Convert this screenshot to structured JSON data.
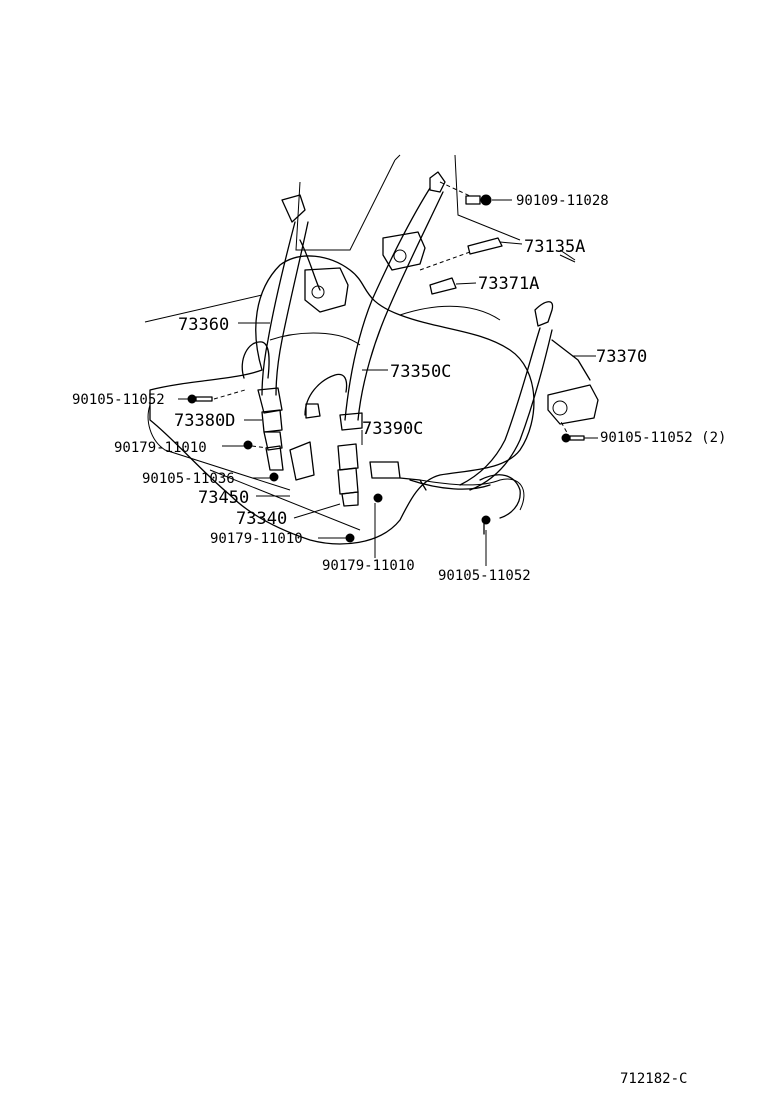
{
  "diagram_id": "712182-C",
  "parts": {
    "p90109_11028": "90109-11028",
    "p73135A": "73135A",
    "p73371A": "73371A",
    "p73360": "73360",
    "p73370": "73370",
    "p73350C": "73350C",
    "p90105_11052_left": "90105-11052",
    "p73380D": "73380D",
    "p73390C": "73390C",
    "p90105_11052_right2": "90105-11052 (2)",
    "p90179_11010_a": "90179-11010",
    "p90105_11036": "90105-11036",
    "p73450": "73450",
    "p73340": "73340",
    "p90179_11010_b": "90179-11010",
    "p90179_11010_c": "90179-11010",
    "p90105_11052_bottom": "90105-11052"
  },
  "colors": {
    "line": "#000000",
    "background": "#ffffff"
  }
}
